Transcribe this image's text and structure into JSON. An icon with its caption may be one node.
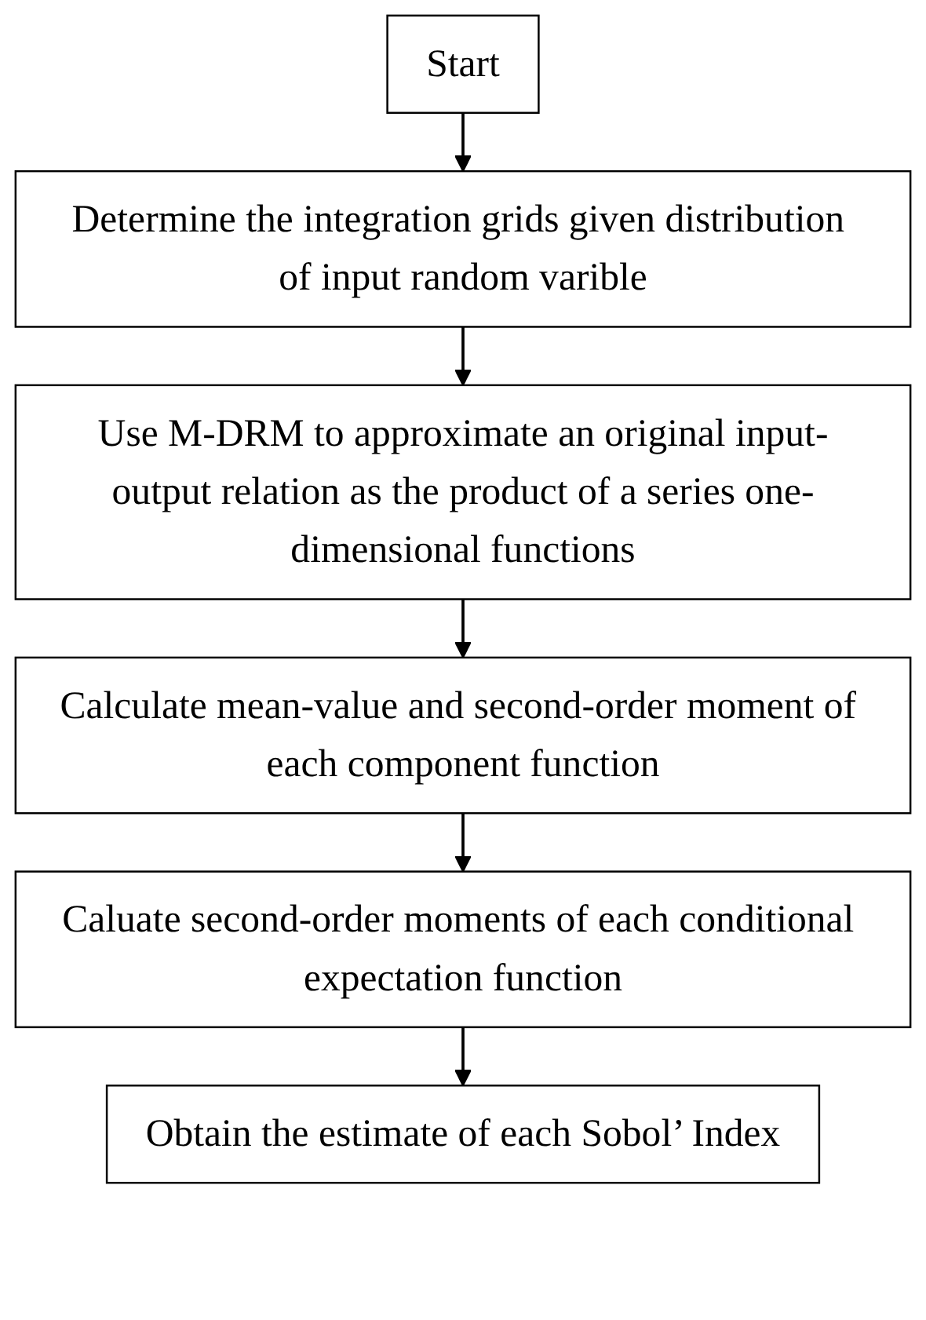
{
  "diagram": {
    "nodes": [
      {
        "text": [
          "Start"
        ]
      },
      {
        "text": [
          "Determine the integration grids given distribution of input random varible"
        ]
      },
      {
        "text": [
          "Use M-DRM to approximate an original input-output relation as the product of a series one-dimensional functions"
        ]
      },
      {
        "text": [
          "Calculate mean-value and second-order moment of each component function"
        ]
      },
      {
        "text": [
          "Caluate second-order moments of each conditional expectation function"
        ]
      },
      {
        "text": [
          "Obtain the estimate of each Sobol’ Index"
        ]
      }
    ],
    "edges": [
      {
        "from": 0,
        "to": 1,
        "arrow": "to"
      },
      {
        "from": 1,
        "to": 2,
        "arrow": "to"
      },
      {
        "from": 2,
        "to": 3,
        "arrow": "to"
      },
      {
        "from": 3,
        "to": 4,
        "arrow": "to"
      },
      {
        "from": 4,
        "to": 5,
        "arrow": "to"
      }
    ]
  }
}
